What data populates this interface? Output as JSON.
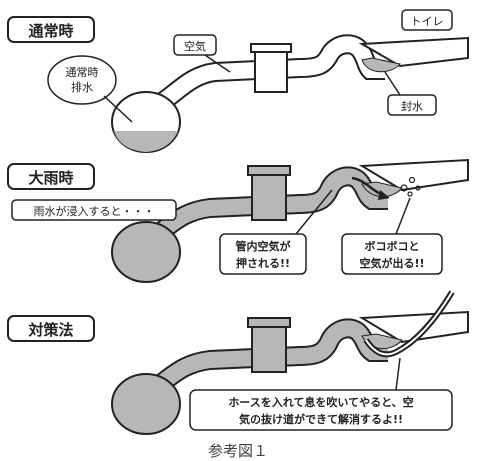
{
  "sections": [
    {
      "title": "通常時",
      "labels": {
        "air": "空気",
        "toilet": "トイレ",
        "drain_line1": "通常時",
        "drain_line2": "排水",
        "seal_water": "封水"
      }
    },
    {
      "title": "大雨時",
      "labels": {
        "rain": "雨水が浸入すると・・・",
        "pushed_line1": "管内空気が",
        "pushed_line2": "押される!!",
        "bubble_line1": "ボコボコと",
        "bubble_line2": "空気が出る!!"
      }
    },
    {
      "title": "対策法",
      "labels": {
        "solution_line1": "ホースを入れて息を吹いてやると、空",
        "solution_line2": "気の抜け道ができて解消するよ!!"
      }
    }
  ],
  "caption": "参考図１",
  "colors": {
    "outline": "#222222",
    "water": "#b7b7b7",
    "pipe_fill_normal": "#ffffff",
    "pipe_fill_flooded": "#b7b7b7",
    "hose": "#222222"
  }
}
